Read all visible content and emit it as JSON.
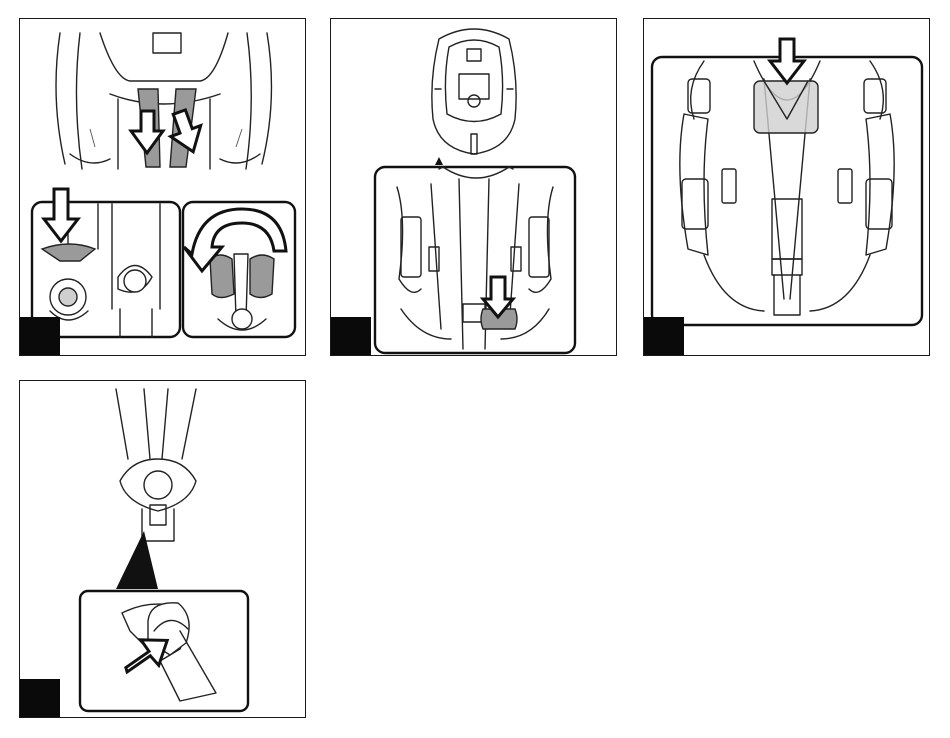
{
  "figures": [
    {
      "id": "1",
      "description_icon": "harness-adjust-icon"
    },
    {
      "id": "2",
      "description_icon": "harness-release-button-icon"
    },
    {
      "id": "3",
      "description_icon": "shoulder-pad-icon"
    },
    {
      "id": "4",
      "description_icon": "buckle-release-icon"
    }
  ],
  "colors": {
    "line": "#222222",
    "badge": "#0a0a0a",
    "highlight": "#9a9a9a",
    "light_highlight": "#cfcfcf"
  }
}
